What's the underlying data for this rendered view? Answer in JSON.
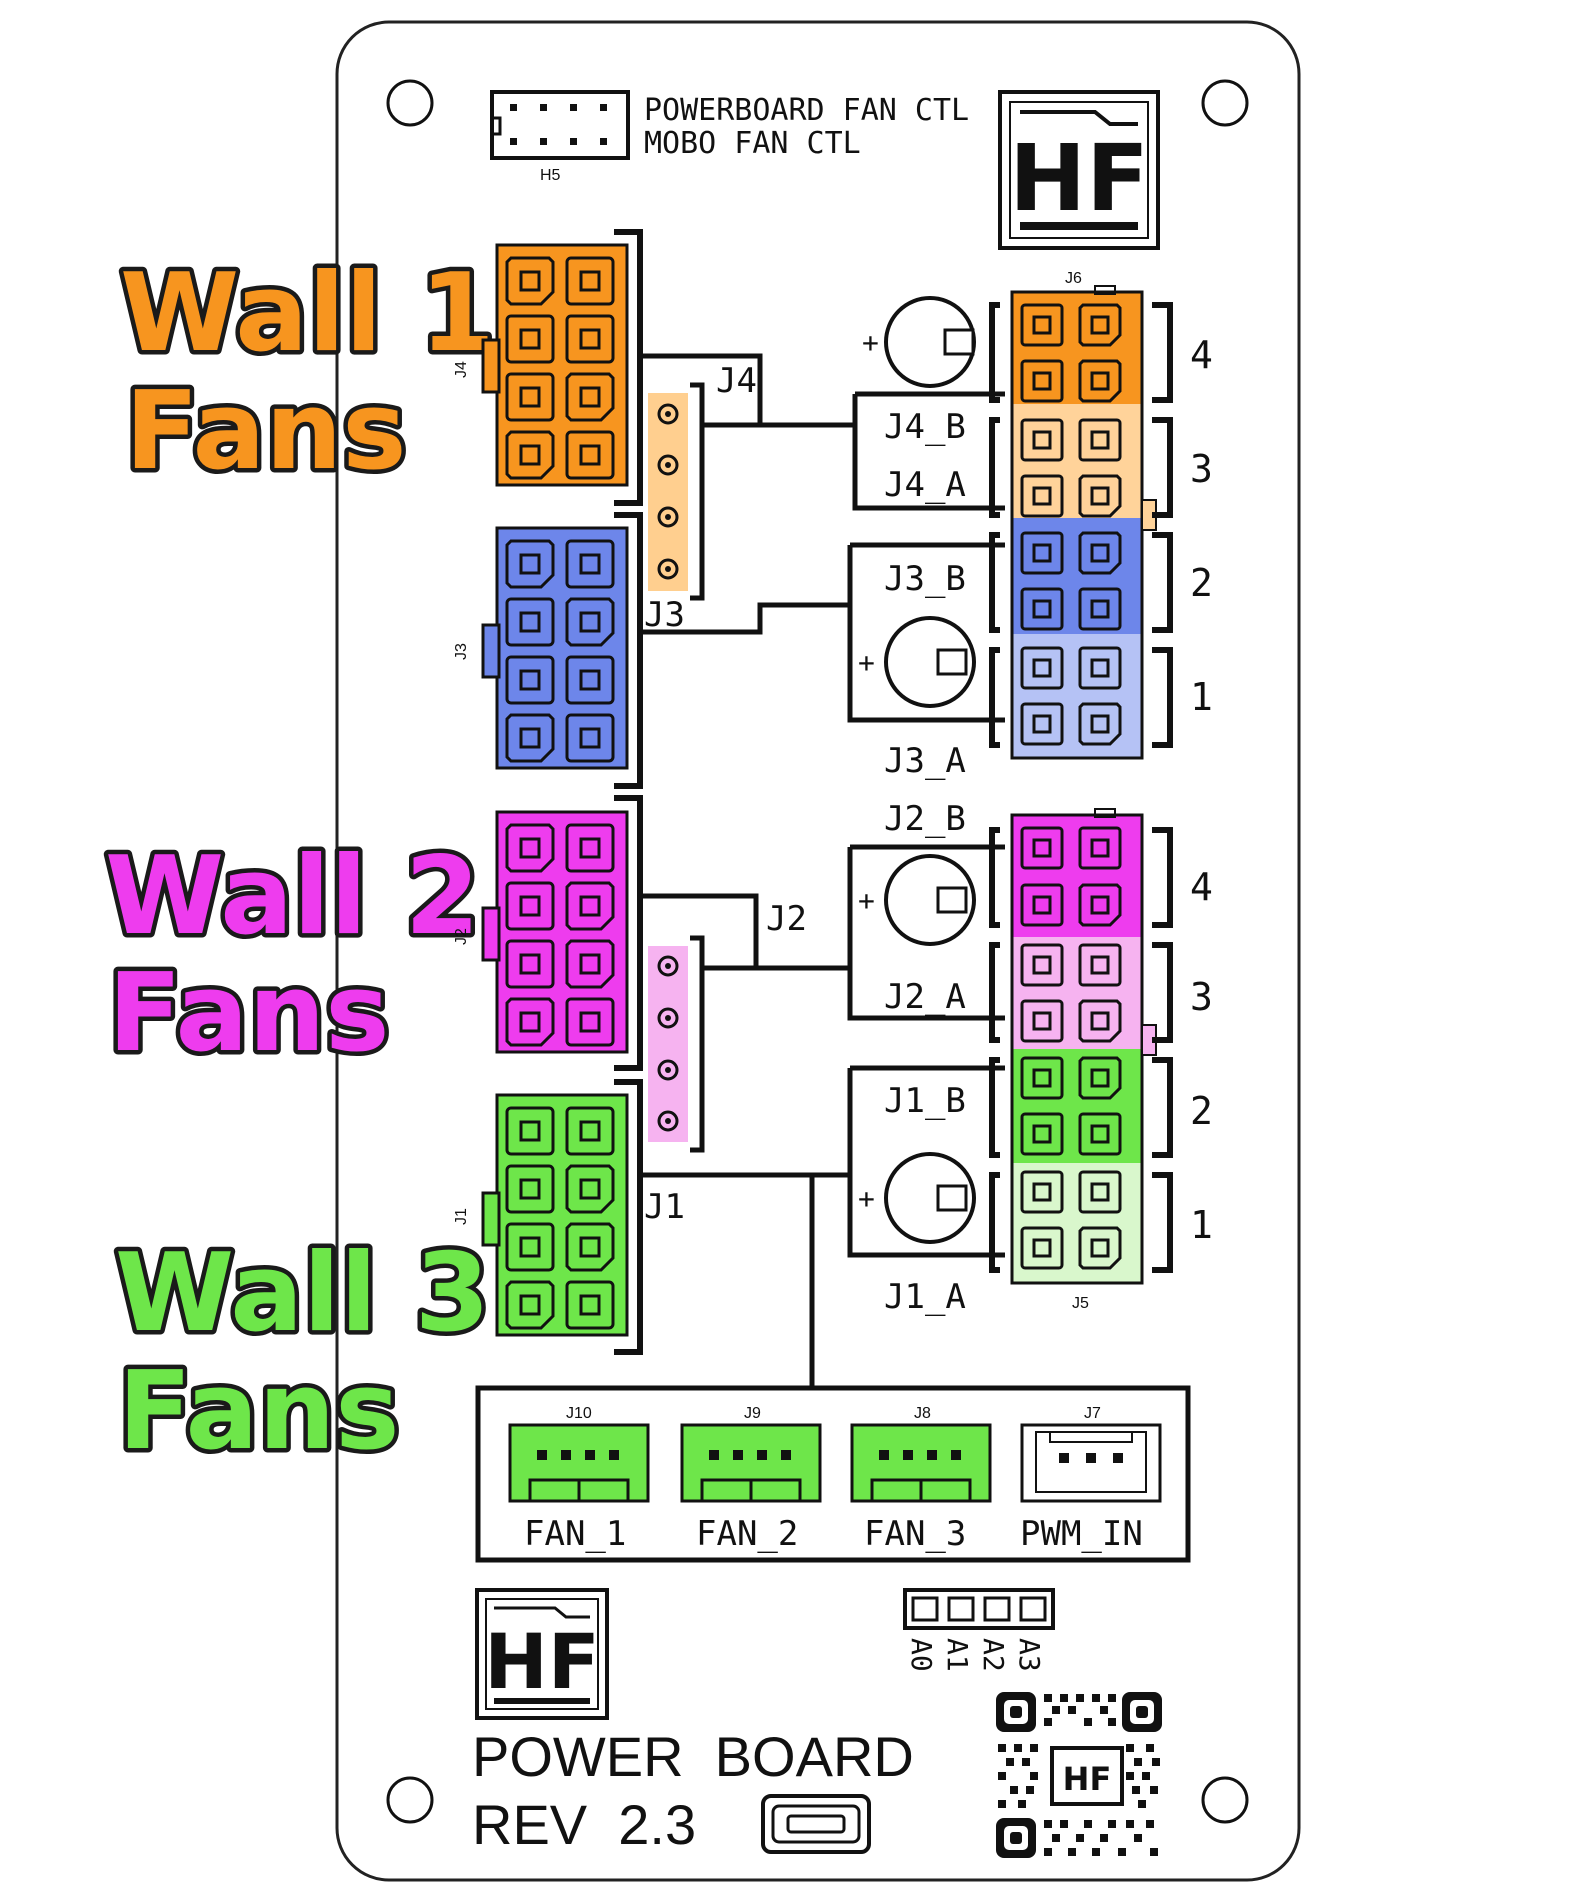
{
  "wall_labels": [
    {
      "line1": "Wall 1",
      "line2": "Fans",
      "color": "#f7951f"
    },
    {
      "line1": "Wall 2",
      "line2": "Fans",
      "color": "#ee3cee"
    },
    {
      "line1": "Wall 3",
      "line2": "Fans",
      "color": "#6ee64a"
    }
  ],
  "header": {
    "ref": "H5",
    "line1": "POWERBOARD FAN CTL",
    "line2": "MOBO FAN CTL"
  },
  "logo_text": "HF",
  "input_connectors": {
    "J4": {
      "ref": "J4",
      "color": "#f7951f"
    },
    "J3": {
      "ref": "J3",
      "color": "#6d86ea"
    },
    "J2": {
      "ref": "J2",
      "color": "#ee3cee"
    },
    "J1": {
      "ref": "J1",
      "color": "#6ee64a"
    }
  },
  "jumper_colors": {
    "upper": "#ffcf8f",
    "lower": "#f6b3f0"
  },
  "net_labels": {
    "J4": "J4",
    "J3": "J3",
    "J2": "J2",
    "J1": "J1",
    "J4_B": "J4_B",
    "J4_A": "J4_A",
    "J3_B": "J3_B",
    "J3_A": "J3_A",
    "J2_B": "J2_B",
    "J2_A": "J2_A",
    "J1_B": "J1_B",
    "J1_A": "J1_A"
  },
  "output_connectors": [
    {
      "ref": "J6",
      "numbers": [
        "4",
        "3",
        "2",
        "1"
      ],
      "colors": [
        "#f7951f",
        "#ffd39a",
        "#6d86ea",
        "#b5c2f5"
      ]
    },
    {
      "ref": "J5",
      "numbers": [
        "4",
        "3",
        "2",
        "1"
      ],
      "colors": [
        "#ee3cee",
        "#f6b3f0",
        "#6ee64a",
        "#d9f7cc"
      ]
    }
  ],
  "fan_headers": [
    {
      "ref": "J10",
      "label": "FAN_1"
    },
    {
      "ref": "J9",
      "label": "FAN_2"
    },
    {
      "ref": "J8",
      "label": "FAN_3"
    },
    {
      "ref": "J7",
      "label": "PWM_IN"
    }
  ],
  "fan_header_color": "#6ee64a",
  "address_pads": [
    "A0",
    "A1",
    "A2",
    "A3"
  ],
  "board_title": {
    "line1": "POWER  BOARD",
    "line2": "REV  2.3"
  },
  "plus_sign": "+"
}
